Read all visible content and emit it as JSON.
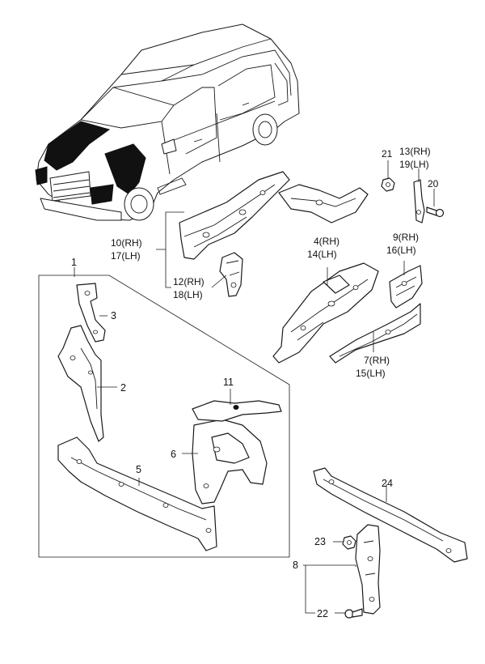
{
  "diagram": {
    "labels": {
      "p1": "1",
      "p2": "2",
      "p3": "3",
      "p4": "4(RH)",
      "p14": "14(LH)",
      "p5": "5",
      "p6": "6",
      "p7": "7(RH)",
      "p15": "15(LH)",
      "p8": "8",
      "p9": "9(RH)",
      "p16": "16(LH)",
      "p10": "10(RH)",
      "p17": "17(LH)",
      "p11": "11",
      "p12": "12(RH)",
      "p18": "18(LH)",
      "p13": "13(RH)",
      "p19": "19(LH)",
      "p20": "20",
      "p21": "21",
      "p22": "22",
      "p23": "23",
      "p24": "24"
    }
  }
}
